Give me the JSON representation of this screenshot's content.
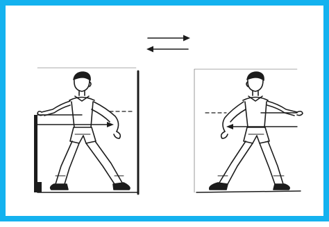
{
  "figure": {
    "border_color": "#14b2ef",
    "background": "#ffffff",
    "ink_color": "#1c1c1c",
    "panels": [
      {
        "name": "left-panel",
        "has_wall_left": true,
        "has_wall_right": true
      },
      {
        "name": "right-panel",
        "has_wall_left": false,
        "has_wall_right": false
      }
    ],
    "arrows": [
      "arrow-right",
      "arrow-left"
    ]
  }
}
